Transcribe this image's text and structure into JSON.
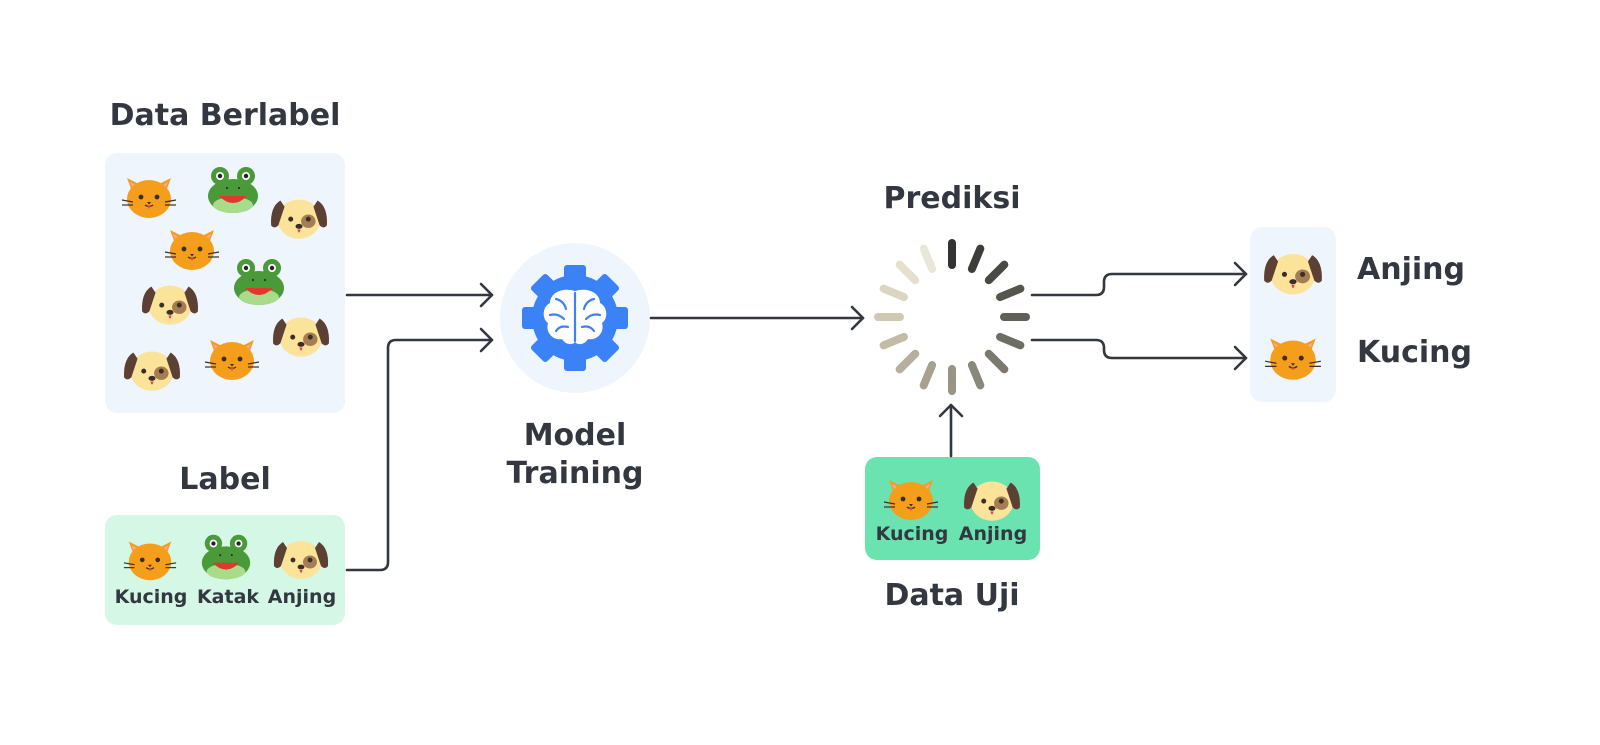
{
  "labeled_data": {
    "title": "Data Berlabel"
  },
  "labels": {
    "title": "Label",
    "items": [
      {
        "icon": "cat-icon",
        "text": "Kucing"
      },
      {
        "icon": "frog-icon",
        "text": "Katak"
      },
      {
        "icon": "dog-icon",
        "text": "Anjing"
      }
    ]
  },
  "model": {
    "title_line1": "Model",
    "title_line2": "Training",
    "icon": "brain-gear-icon"
  },
  "prediction": {
    "title": "Prediksi",
    "icon": "loading-spinner-icon"
  },
  "test_data": {
    "title": "Data Uji",
    "items": [
      {
        "icon": "cat-icon",
        "text": "Kucing"
      },
      {
        "icon": "dog-icon",
        "text": "Anjing"
      }
    ]
  },
  "results": [
    {
      "icon": "dog-icon",
      "text": "Anjing"
    },
    {
      "icon": "cat-icon",
      "text": "Kucing"
    }
  ],
  "colors": {
    "labeled_box": "#EEF5FD",
    "label_box": "#D5F8E6",
    "test_box": "#6BE3B0",
    "results_box": "#EEF5FD",
    "model_circle": "#EEF5FD",
    "gear": "#3B82F6",
    "arrow": "#333740",
    "cat": "#F59E1B",
    "dog": "#FBE39A",
    "dog_ear": "#5C4033",
    "frog": "#4A9A3A"
  }
}
